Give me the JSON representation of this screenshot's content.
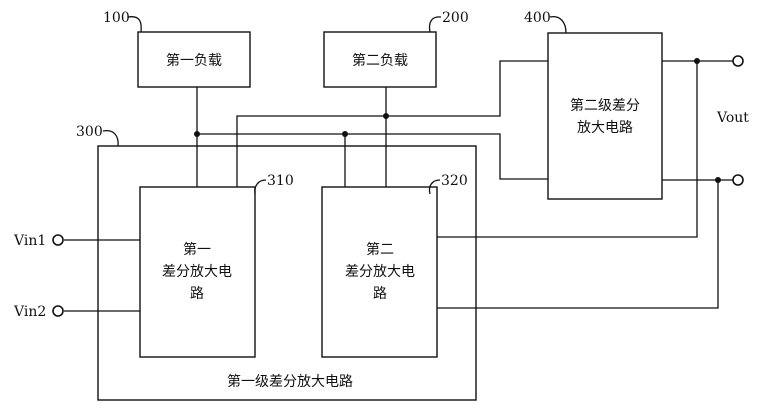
{
  "references": {
    "load1": "100",
    "load2": "200",
    "first_stage": "300",
    "amp1": "310",
    "amp2": "320",
    "second_stage": "400"
  },
  "blocks": {
    "load1": [
      "第一负载"
    ],
    "load2": [
      "第二负载"
    ],
    "second_stage": [
      "第二级差分",
      "放大电路"
    ],
    "amp1": [
      "第一",
      "差分放大电",
      "路"
    ],
    "amp2": [
      "第二",
      "差分放大电",
      "路"
    ],
    "first_stage_caption": "第一级差分放大电路"
  },
  "terminals": {
    "vin1": "Vin1",
    "vin2": "Vin2",
    "vout": "Vout"
  }
}
